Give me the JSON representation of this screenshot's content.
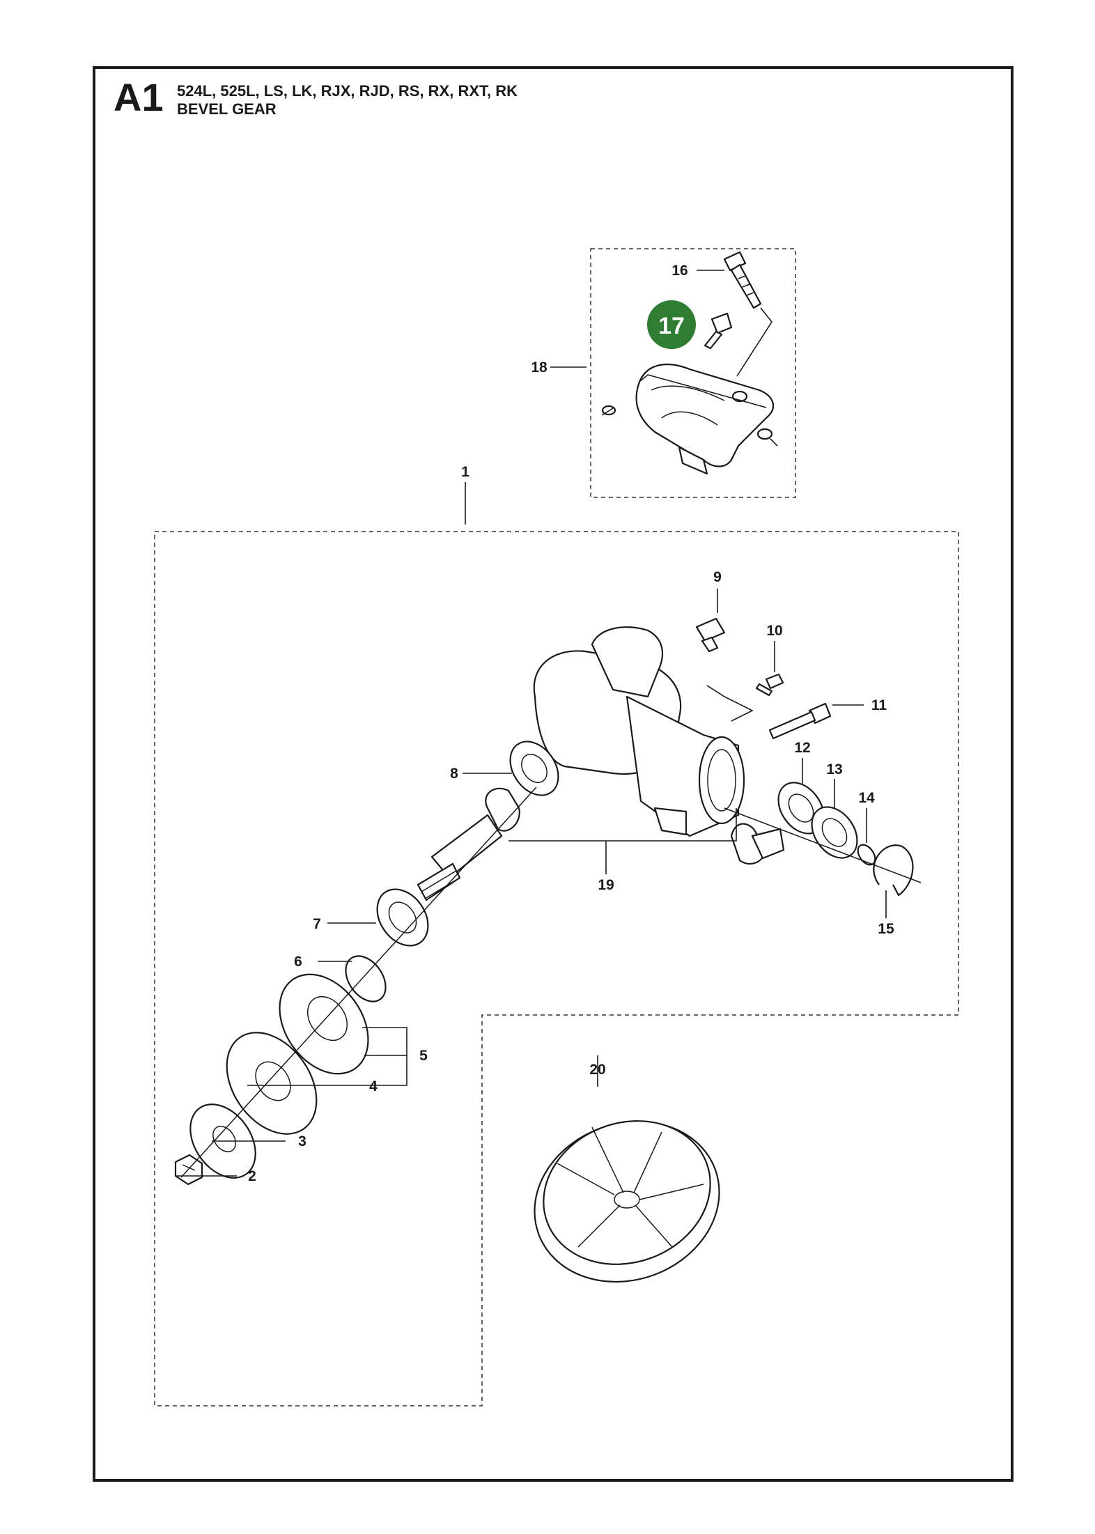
{
  "header": {
    "section_code": "A1",
    "models": "524L, 525L, LS, LK, RJX, RJD, RS, RX, RXT, RK",
    "title": "BEVEL GEAR"
  },
  "highlight": {
    "part": "17",
    "color": "#2e7d32"
  },
  "callouts": [
    {
      "id": "1",
      "text": "1"
    },
    {
      "id": "2",
      "text": "2"
    },
    {
      "id": "3",
      "text": "3"
    },
    {
      "id": "4",
      "text": "4"
    },
    {
      "id": "5",
      "text": "5"
    },
    {
      "id": "6",
      "text": "6"
    },
    {
      "id": "7",
      "text": "7"
    },
    {
      "id": "8",
      "text": "8"
    },
    {
      "id": "9",
      "text": "9"
    },
    {
      "id": "10",
      "text": "10"
    },
    {
      "id": "11",
      "text": "11"
    },
    {
      "id": "12",
      "text": "12"
    },
    {
      "id": "13",
      "text": "13"
    },
    {
      "id": "14",
      "text": "14"
    },
    {
      "id": "15",
      "text": "15"
    },
    {
      "id": "16",
      "text": "16"
    },
    {
      "id": "18",
      "text": "18"
    },
    {
      "id": "19",
      "text": "19"
    },
    {
      "id": "20",
      "text": "20"
    }
  ]
}
